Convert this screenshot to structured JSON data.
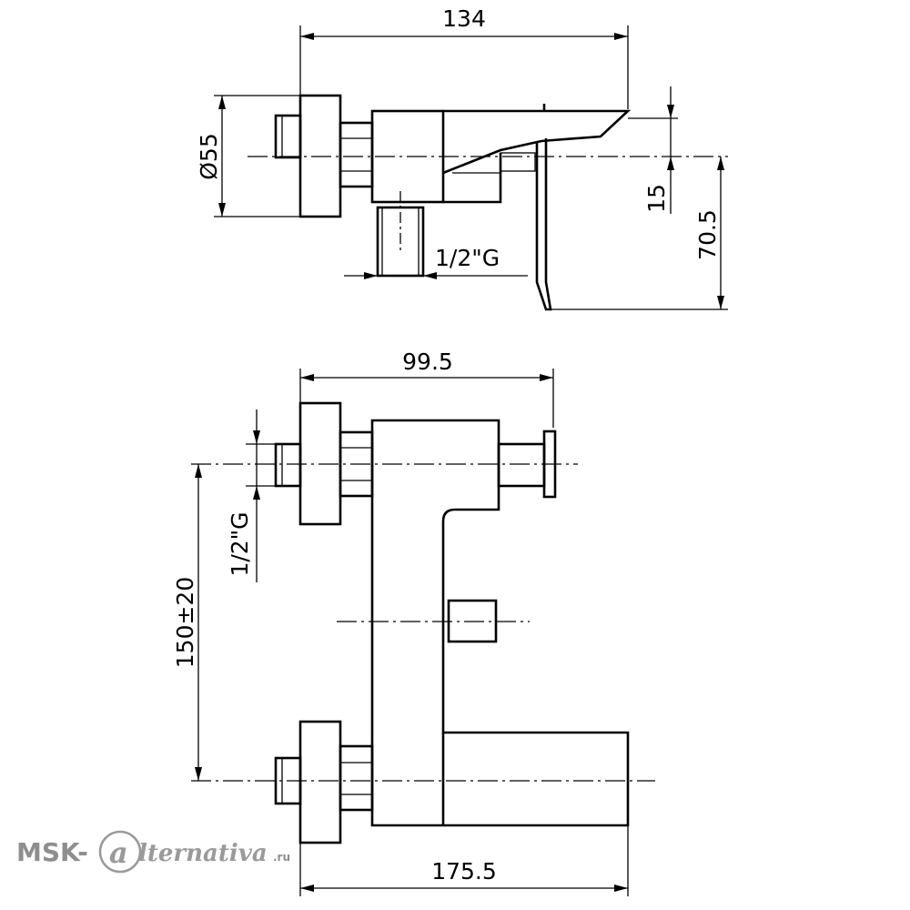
{
  "dimensions": {
    "top_width": "134",
    "diameter": "Ø55",
    "thread_top": "1/2\"G",
    "offset": "15",
    "height": "70.5",
    "front_width": "99.5",
    "thread_side": "1/2\"G",
    "center_distance": "150±20",
    "overall_width": "175.5"
  },
  "watermark": {
    "prefix": "MSK-",
    "logo": "a",
    "suffix": "lternativa",
    "domain": ".ru"
  }
}
